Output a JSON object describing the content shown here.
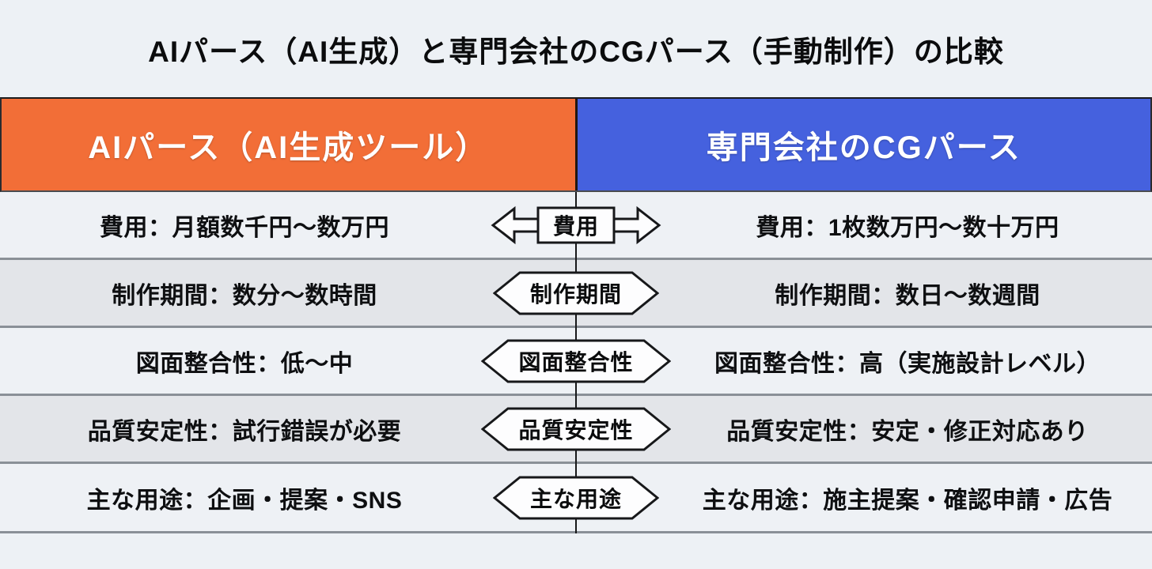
{
  "title": "AIパース（AI生成）と専門会社のCGパース（手動制作）の比較",
  "columns": {
    "left": {
      "label": "AIパース（AI生成ツール）"
    },
    "right": {
      "label": "専門会社のCGパース"
    }
  },
  "rows": [
    {
      "badge": "費用",
      "left": "費用：月額数千円〜数万円",
      "right": "費用：1枚数万円〜数十万円"
    },
    {
      "badge": "制作期間",
      "left": "制作期間：数分〜数時間",
      "right": "制作期間：数日〜数週間"
    },
    {
      "badge": "図面整合性",
      "left": "図面整合性：低〜中",
      "right": "図面整合性：高（実施設計レベル）"
    },
    {
      "badge": "品質安定性",
      "left": "品質安定性：試行錯誤が必要",
      "right": "品質安定性：安定・修正対応あり"
    },
    {
      "badge": "主な用途",
      "left": "主な用途：企画・提案・SNS",
      "right": "主な用途：施主提案・確認申請・広告"
    }
  ],
  "colors": {
    "accent_left": "#f26e37",
    "accent_right": "#4561de",
    "bg_page": "#edf1f5",
    "row_light": "#eef1f5",
    "row_dark": "#e3e5e9",
    "separator": "#8a9097",
    "text_main": "#0e0f11"
  }
}
